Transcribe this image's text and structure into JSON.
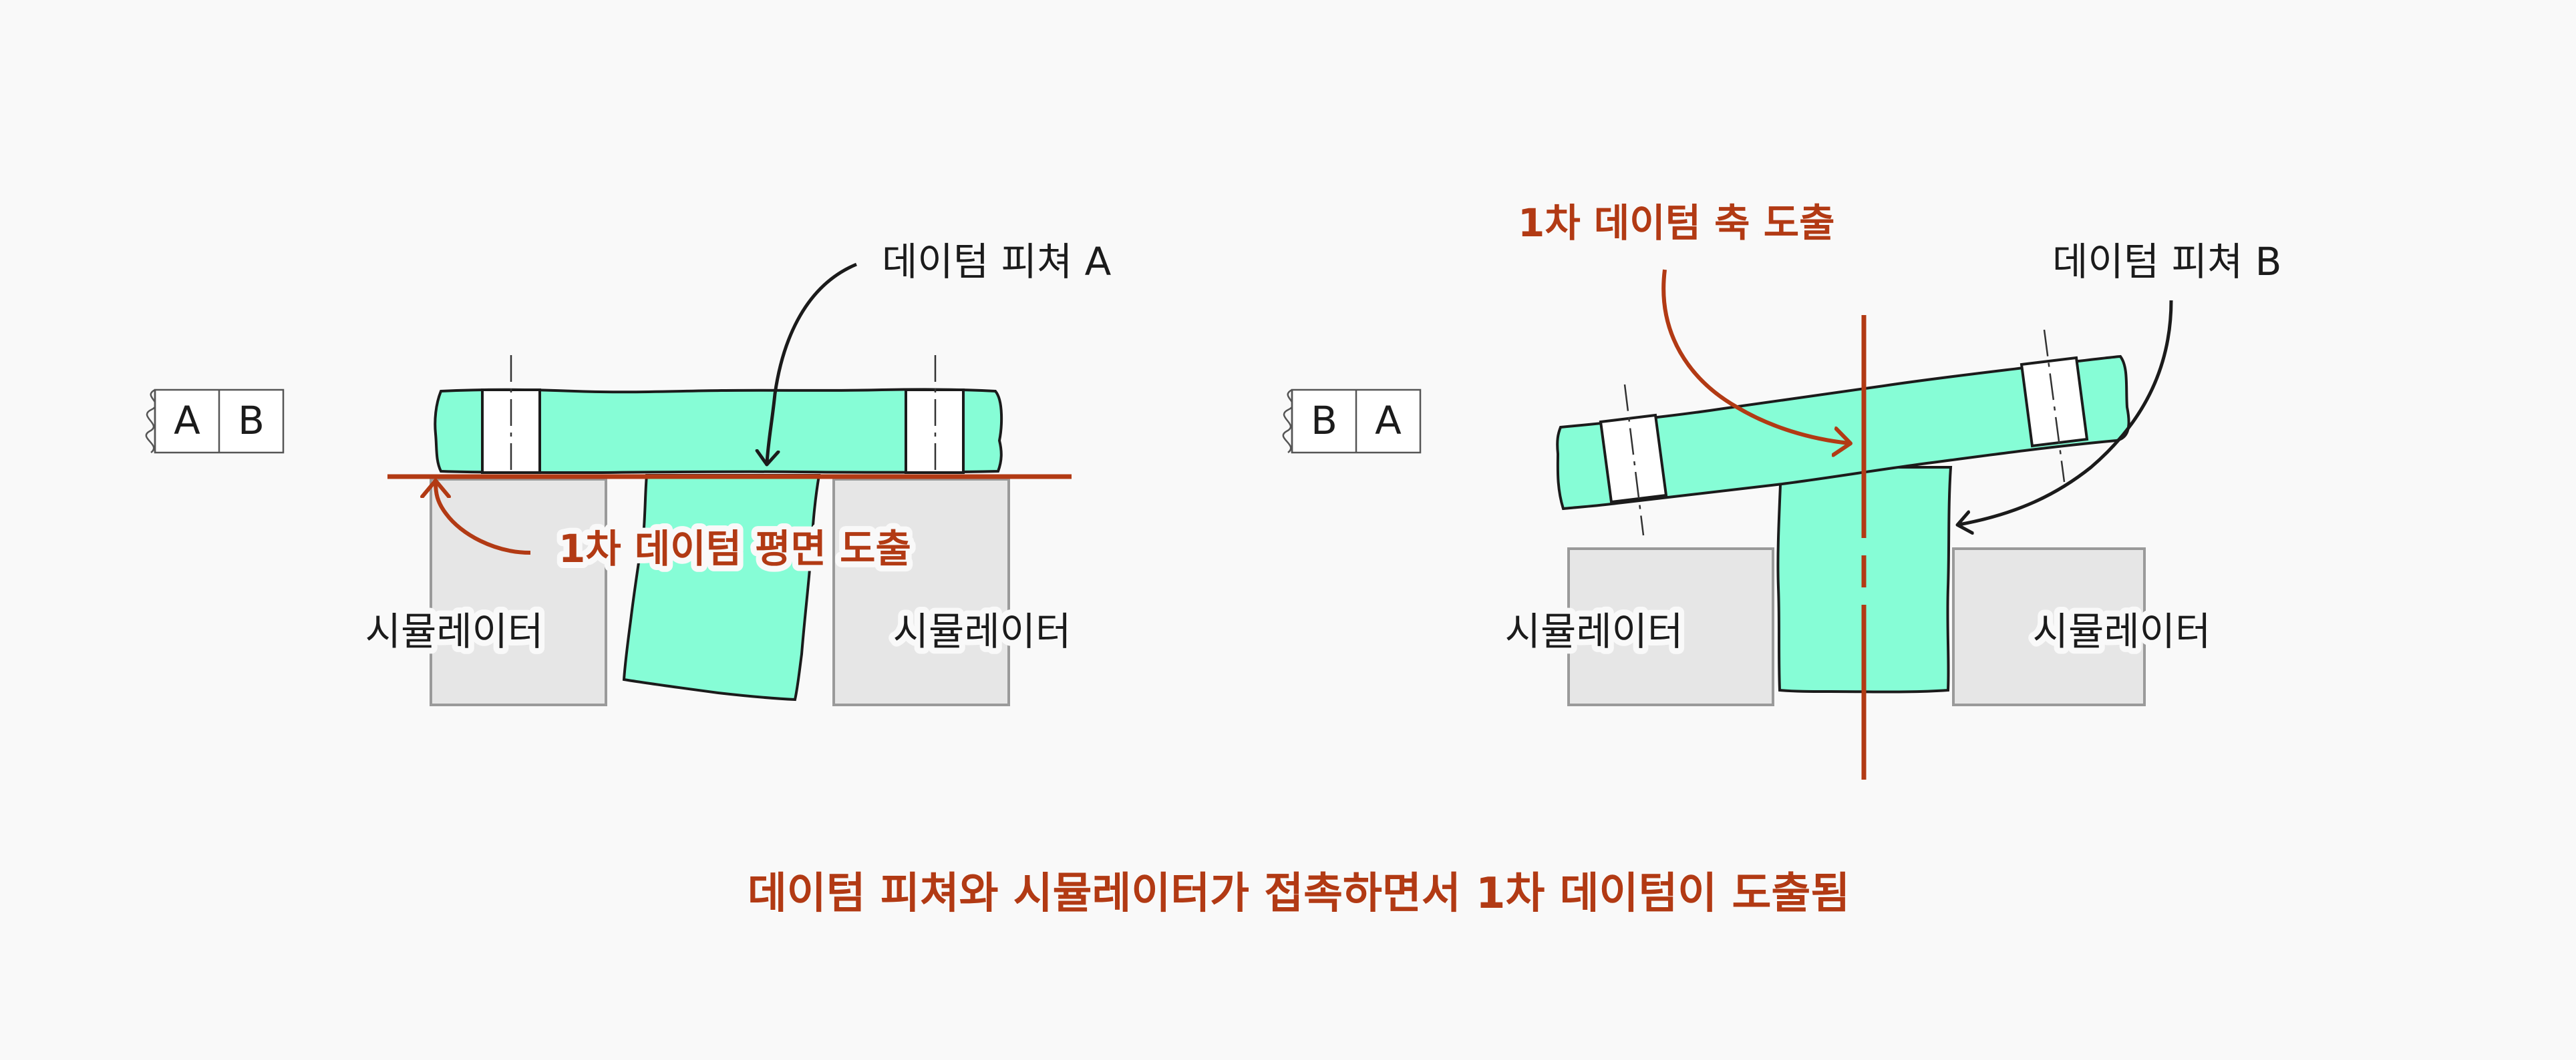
{
  "colors": {
    "background": "#f9f9f9",
    "part_fill": "#86fdd6",
    "simulator_fill": "#e6e6e6",
    "simulator_stroke": "#9a9a9a",
    "datum_red": "#b23a14",
    "ink": "#1b1b1b"
  },
  "left_panel": {
    "frame": {
      "first": "A",
      "second": "B"
    },
    "feature_label": "데이텀 피쳐 A",
    "datum_result": "1차 데이텀 평면 도출",
    "simulator_left": "시뮬레이터",
    "simulator_right": "시뮬레이터"
  },
  "right_panel": {
    "frame": {
      "first": "B",
      "second": "A"
    },
    "feature_label": "데이텀 피쳐 B",
    "datum_result": "1차 데이텀 축 도출",
    "simulator_left": "시뮬레이터",
    "simulator_right": "시뮬레이터"
  },
  "caption": "데이텀 피쳐와 시뮬레이터가 접촉하면서 1차 데이텀이 도출됨"
}
